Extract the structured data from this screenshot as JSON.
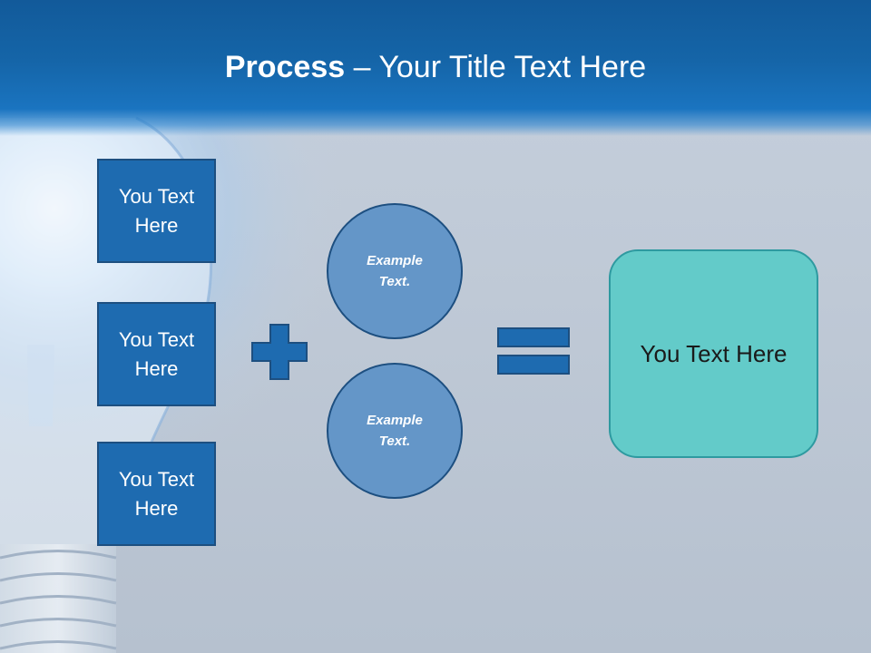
{
  "title": {
    "bold": "Process",
    "rest": " – Your Title Text Here"
  },
  "left_boxes": [
    {
      "line1": "You Text",
      "line2": "Here"
    },
    {
      "line1": "You Text",
      "line2": "Here"
    },
    {
      "line1": "You Text",
      "line2": "Here"
    }
  ],
  "circles": [
    {
      "line1": "Example",
      "line2": "Text."
    },
    {
      "line1": "Example",
      "line2": "Text."
    }
  ],
  "result_box": {
    "label": "You Text Here"
  },
  "colors": {
    "header": "#1565a8",
    "box_fill": "#1e6bb0",
    "box_border": "#1d4f80",
    "circle_fill": "#6496c8",
    "result_fill": "#63cbc9",
    "result_border": "#2e9aa0"
  },
  "icons": [
    "plus-icon",
    "equals-icon",
    "light-bulb-graphic"
  ]
}
